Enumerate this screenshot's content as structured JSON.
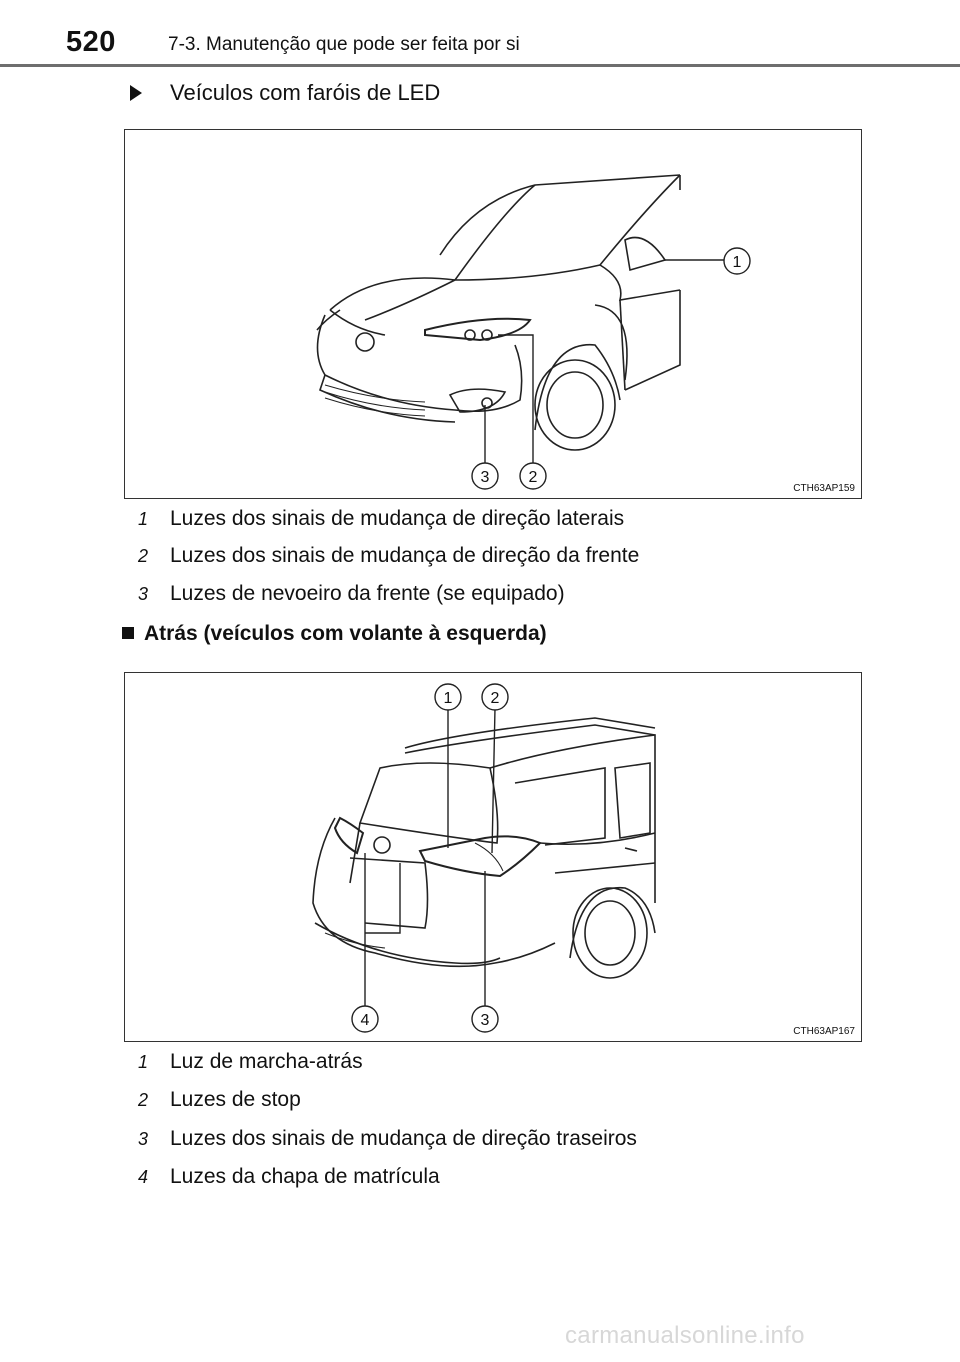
{
  "header": {
    "page_number": "520",
    "section_title": "7-3. Manutenção que pode ser feita por si"
  },
  "front_section": {
    "subheading": "Veículos com faróis de LED",
    "figure": {
      "code": "CTH63AP159",
      "callouts": [
        "1",
        "2",
        "3"
      ]
    },
    "legend": [
      {
        "num": "1",
        "text": "Luzes dos sinais de mudança de direção laterais"
      },
      {
        "num": "2",
        "text": "Luzes dos sinais de mudança de direção da frente"
      },
      {
        "num": "3",
        "text": "Luzes de nevoeiro da frente (se equipado)"
      }
    ]
  },
  "rear_section": {
    "heading": "Atrás (veículos com volante à esquerda)",
    "figure": {
      "code": "CTH63AP167",
      "callouts": [
        "1",
        "2",
        "3",
        "4"
      ]
    },
    "legend": [
      {
        "num": "1",
        "text": "Luz de marcha-atrás"
      },
      {
        "num": "2",
        "text": "Luzes de stop"
      },
      {
        "num": "3",
        "text": "Luzes dos sinais de mudança de direção traseiros"
      },
      {
        "num": "4",
        "text": "Luzes da chapa de matrícula"
      }
    ]
  },
  "watermark": "carmanualsonline.info"
}
